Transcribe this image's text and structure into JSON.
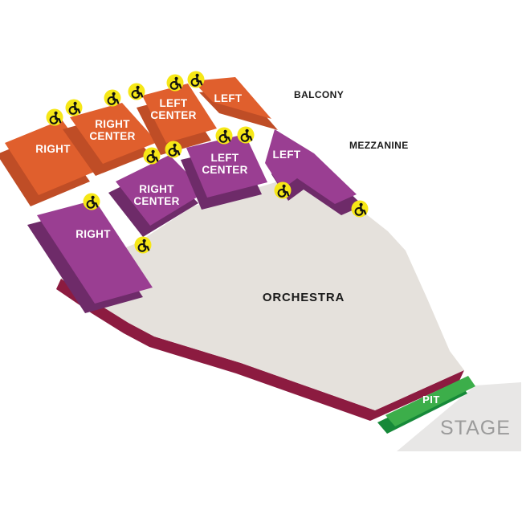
{
  "chart": {
    "annotations": {
      "balcony": "BALCONY",
      "mezzanine": "MEZZANINE"
    },
    "tiers": {
      "balcony": {
        "sections": [
          {
            "id": "balcony-right",
            "label": "RIGHT",
            "label_lines": [
              "RIGHT"
            ]
          },
          {
            "id": "balcony-right-center",
            "label": "RIGHT CENTER",
            "label_lines": [
              "RIGHT",
              "CENTER"
            ]
          },
          {
            "id": "balcony-left-center",
            "label": "LEFT CENTER",
            "label_lines": [
              "LEFT",
              "CENTER"
            ]
          },
          {
            "id": "balcony-left",
            "label": "LEFT",
            "label_lines": [
              "LEFT"
            ]
          }
        ]
      },
      "mezzanine": {
        "sections": [
          {
            "id": "mezzanine-right",
            "label": "RIGHT",
            "label_lines": [
              "RIGHT"
            ]
          },
          {
            "id": "mezzanine-right-center",
            "label": "RIGHT CENTER",
            "label_lines": [
              "RIGHT",
              "CENTER"
            ]
          },
          {
            "id": "mezzanine-left-center",
            "label": "LEFT CENTER",
            "label_lines": [
              "LEFT",
              "CENTER"
            ]
          },
          {
            "id": "mezzanine-left",
            "label": "LEFT",
            "label_lines": [
              "LEFT"
            ]
          }
        ]
      },
      "orchestra": {
        "label": "ORCHESTRA"
      },
      "pit": {
        "label": "PIT"
      },
      "stage": {
        "label": "STAGE"
      }
    },
    "accessibility": {
      "icon": "wheelchair-icon",
      "symbol": "♿",
      "count": 14
    },
    "colors": {
      "balcony_face": "#E05F2D",
      "balcony_side": "#BF4D26",
      "mezzanine_face": "#9A3E92",
      "mezzanine_side": "#6E2B69",
      "orchestra_fill": "#E5E1DC",
      "orchestra_front_edge": "#8C1B40",
      "pit_face": "#3CAE4A",
      "pit_side": "#168939",
      "stage_fill": "#E8E7E6",
      "stage_text": "#9B9B9B",
      "section_label_text": "#FFFFFF",
      "dark_label_text": "#1A1A1A",
      "wheelchair_badge": "#F6E717",
      "wheelchair_glyph": "#111111"
    }
  }
}
